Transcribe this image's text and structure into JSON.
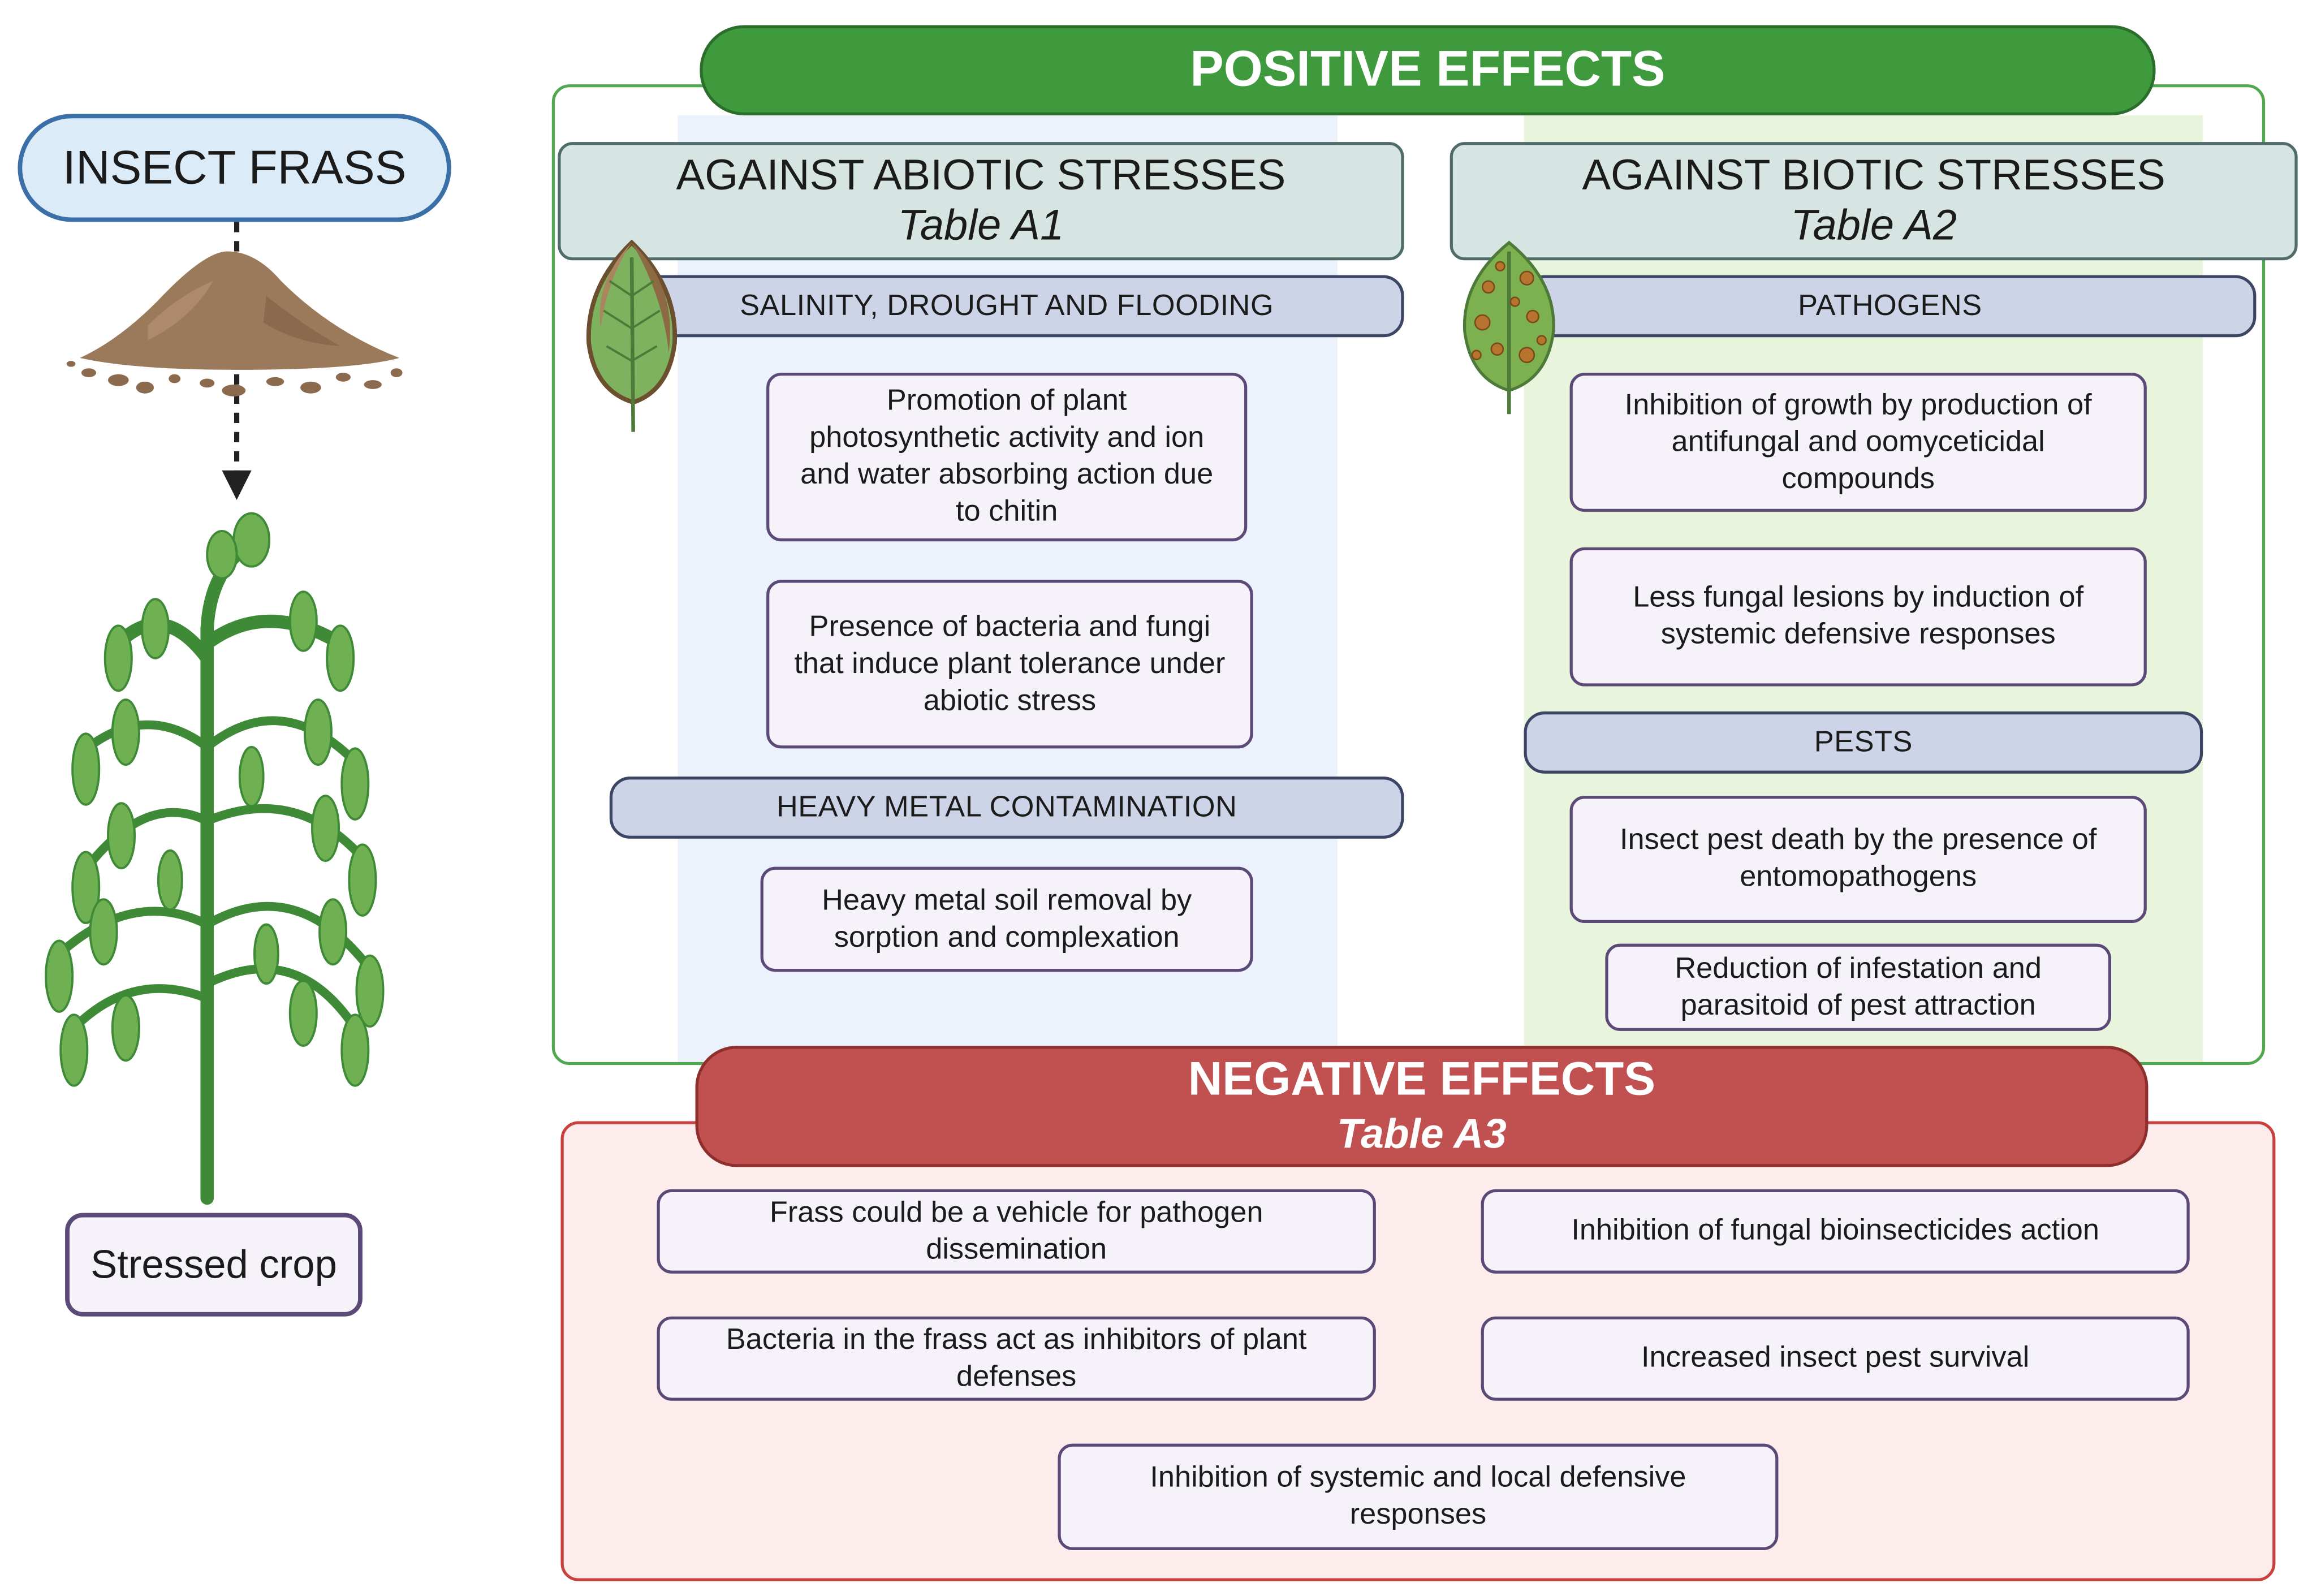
{
  "left": {
    "source_label": "INSECT FRASS",
    "crop_label": "Stressed crop"
  },
  "positive": {
    "title": "POSITIVE EFFECTS",
    "abiotic": {
      "title": "AGAINST ABIOTIC STRESSES",
      "table": "Table A1",
      "categories": [
        {
          "label": "SALINITY, DROUGHT AND FLOODING",
          "items": [
            "Promotion of plant photosynthetic activity and ion and water absorbing action due to chitin",
            "Presence of bacteria and fungi that induce plant tolerance under abiotic stress"
          ]
        },
        {
          "label": "HEAVY METAL CONTAMINATION",
          "items": [
            "Heavy metal soil removal by sorption and complexation"
          ]
        }
      ]
    },
    "biotic": {
      "title": "AGAINST BIOTIC STRESSES",
      "table": "Table A2",
      "categories": [
        {
          "label": "PATHOGENS",
          "items": [
            "Inhibition of growth by production of antifungal and oomyceticidal compounds",
            "Less fungal lesions by induction of systemic defensive responses"
          ]
        },
        {
          "label": "PESTS",
          "items": [
            "Insect pest death by the presence of entomopathogens",
            "Reduction of infestation and parasitoid of pest attraction"
          ]
        }
      ]
    }
  },
  "negative": {
    "title": "NEGATIVE EFFECTS",
    "table": "Table A3",
    "items": [
      "Frass could be a vehicle for pathogen dissemination",
      "Inhibition of fungal bioinsecticides action",
      "Bacteria in the frass act as inhibitors of plant defenses",
      "Increased insect pest survival",
      "Inhibition of systemic and local defensive responses"
    ]
  },
  "colors": {
    "positive_green": "#3f9a3e",
    "negative_red": "#c05150",
    "box_border": "#5b4a78",
    "category_fill": "#cdd4e8"
  },
  "icons": [
    "frass-pile-icon",
    "wilted-plant-icon",
    "dried-leaf-icon",
    "diseased-leaf-icon",
    "dashed-arrow-icon"
  ]
}
